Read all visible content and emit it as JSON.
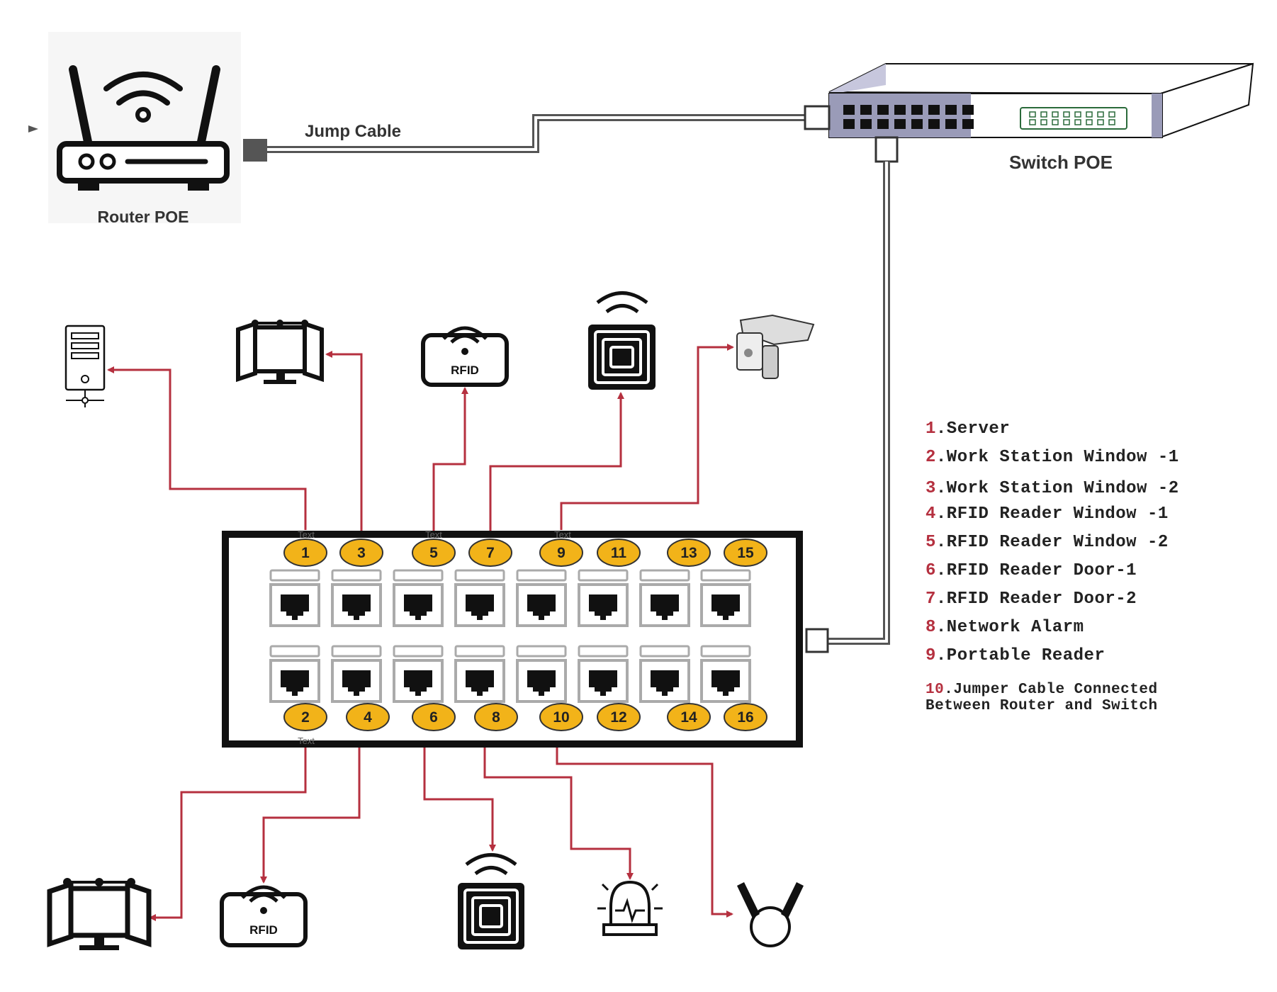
{
  "labels": {
    "router": "Router POE",
    "switch": "Switch POE",
    "jump_cable": "Jump Cable",
    "rfid_tag": "RFID",
    "panel_text": "Text"
  },
  "ports_top": [
    "1",
    "3",
    "5",
    "7",
    "9",
    "11",
    "13",
    "15"
  ],
  "ports_bottom": [
    "2",
    "4",
    "6",
    "8",
    "10",
    "12",
    "14",
    "16"
  ],
  "legend": [
    {
      "num": "1",
      "text": ".Server"
    },
    {
      "num": "2",
      "text": ".Work Station Window -1"
    },
    {
      "num": "3",
      "text": ".Work Station Window -2"
    },
    {
      "num": "4",
      "text": ".RFID Reader Window -1"
    },
    {
      "num": "5",
      "text": ".RFID Reader Window -2"
    },
    {
      "num": "6",
      "text": ".RFID Reader Door-1"
    },
    {
      "num": "7",
      "text": ".RFID Reader Door-2"
    },
    {
      "num": "8",
      "text": ".Network Alarm"
    },
    {
      "num": "9",
      "text": ".Portable Reader"
    },
    {
      "num": "10",
      "text": ".Jumper Cable Connected Between Router and Switch"
    }
  ],
  "colors": {
    "connector": "#b5303f",
    "port_badge": "#f2b319",
    "cable": "#555555",
    "switch_body": "#9a9bb8"
  },
  "icons": {
    "router": "wifi-router-icon",
    "switch": "network-switch-icon",
    "server": "server-tower-icon",
    "workstation": "workstation-monitor-icon",
    "rfid": "rfid-reader-icon",
    "rfid_door": "rfid-door-tag-icon",
    "alarm": "siren-alarm-icon",
    "portable": "handheld-scanner-icon",
    "clamp": "jumper-clamp-icon"
  }
}
